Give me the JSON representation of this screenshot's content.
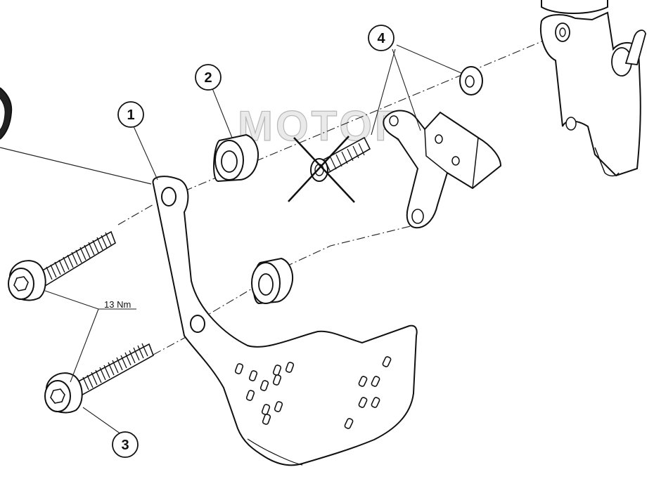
{
  "watermark": "MOTOR",
  "callouts": {
    "c1": "1",
    "c2": "2",
    "c3": "3",
    "c4": "4"
  },
  "torque": "13 Nm",
  "parts": {
    "bracket": "exhaust-bracket-plate",
    "spacer": "spacer-bushing",
    "bolt": "socket-head-bolt",
    "washer": "washer",
    "lever": "brake-pedal-lever",
    "cylinder": "master-cylinder",
    "removed_bolt": "removed-bolt-crossed-out"
  }
}
